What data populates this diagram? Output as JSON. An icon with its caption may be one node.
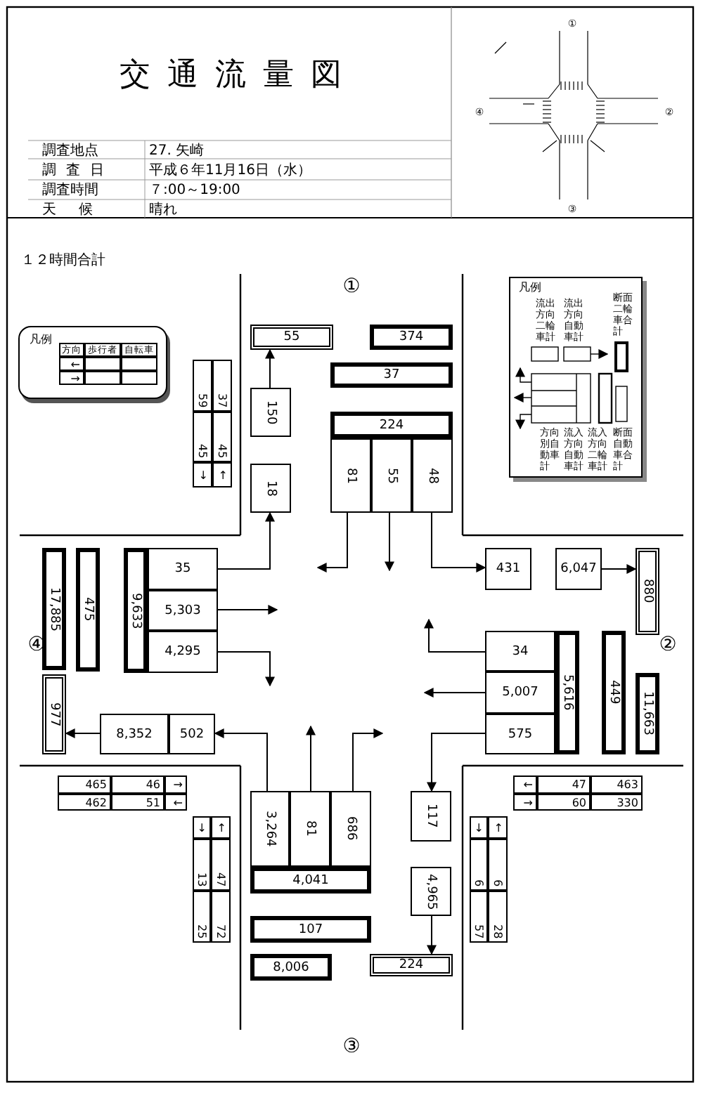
{
  "diagram": {
    "title": "交通流量図",
    "nodes": [
      {
        "text": [
          "55"
        ]
      },
      {
        "text": [
          "374"
        ]
      },
      {
        "text": [
          "37"
        ]
      },
      {
        "text": [
          "224"
        ]
      },
      {
        "text": [
          "81"
        ]
      },
      {
        "text": [
          "55"
        ]
      },
      {
        "text": [
          "48"
        ]
      },
      {
        "text": [
          "150"
        ]
      },
      {
        "text": [
          "18"
        ]
      },
      {
        "text": [
          "17,885"
        ]
      },
      {
        "text": [
          "475"
        ]
      },
      {
        "text": [
          "9,633"
        ]
      },
      {
        "text": [
          "35"
        ]
      },
      {
        "text": [
          "5,303"
        ]
      },
      {
        "text": [
          "4,295"
        ]
      },
      {
        "text": [
          "977"
        ]
      },
      {
        "text": [
          "8,352"
        ]
      },
      {
        "text": [
          "502"
        ]
      },
      {
        "text": [
          "431"
        ]
      },
      {
        "text": [
          "6,047"
        ]
      },
      {
        "text": [
          "880"
        ]
      },
      {
        "text": [
          "34"
        ]
      },
      {
        "text": [
          "5,007"
        ]
      },
      {
        "text": [
          "575"
        ]
      },
      {
        "text": [
          "5,616"
        ]
      },
      {
        "text": [
          "449"
        ]
      },
      {
        "text": [
          "11,663"
        ]
      },
      {
        "text": [
          "3,264"
        ]
      },
      {
        "text": [
          "81"
        ]
      },
      {
        "text": [
          "686"
        ]
      },
      {
        "text": [
          "4,041"
        ]
      },
      {
        "text": [
          "107"
        ]
      },
      {
        "text": [
          "8,006"
        ]
      },
      {
        "text": [
          "117"
        ]
      },
      {
        "text": [
          "4,965"
        ]
      },
      {
        "text": [
          "224"
        ]
      }
    ],
    "edges": [
      {
        "from": 7,
        "to": 0,
        "arrow": "to"
      },
      {
        "from": 12,
        "to": 8,
        "arrow": "to"
      },
      {
        "from": 4,
        "to": null,
        "arrow": "to"
      },
      {
        "from": 5,
        "to": null,
        "arrow": "to"
      },
      {
        "from": 6,
        "to": 18,
        "arrow": "to"
      },
      {
        "from": 19,
        "to": 20,
        "arrow": "to"
      },
      {
        "from": 13,
        "to": null,
        "arrow": "to"
      },
      {
        "from": 14,
        "to": null,
        "arrow": "to"
      },
      {
        "from": 16,
        "to": 15,
        "arrow": "to"
      },
      {
        "from": 27,
        "to": 17,
        "arrow": "to"
      },
      {
        "from": 28,
        "to": null,
        "arrow": "to"
      },
      {
        "from": 29,
        "to": null,
        "arrow": "to"
      },
      {
        "from": 21,
        "to": null,
        "arrow": "to"
      },
      {
        "from": 22,
        "to": null,
        "arrow": "to"
      },
      {
        "from": 23,
        "to": 33,
        "arrow": "to"
      },
      {
        "from": 34,
        "to": 35,
        "arrow": "to"
      }
    ],
    "labels": [
      "調査地点",
      "27. 矢崎",
      "調査日",
      "平成６年11月16日（水）",
      "調査時間",
      "７:00～19:00",
      "天候",
      "晴れ",
      "①",
      "④",
      "②",
      "③",
      "１２時間合計",
      "①",
      "凡例",
      "方向",
      "歩行者",
      "自転車",
      "←",
      "→",
      "59",
      "37",
      "45",
      "45",
      "↓",
      "↑",
      "465",
      "46",
      "→",
      "462",
      "51",
      "←",
      "↓",
      "↑",
      "13",
      "47",
      "25",
      "72",
      "←",
      "47",
      "463",
      "→",
      "60",
      "330",
      "↓",
      "↑",
      "6",
      "6",
      "57",
      "28",
      "④",
      "②",
      "③",
      "凡例"
    ],
    "legend": [
      {
        "text": "流出方向二輪車計"
      },
      {
        "text": "流出方向自動車計"
      },
      {
        "text": "断面二輪車合計"
      },
      {
        "text": "方向別自動車計"
      },
      {
        "text": "流入方向自動車計"
      },
      {
        "text": "流入方向二輪車計"
      },
      {
        "text": "断面自動車合計"
      }
    ]
  }
}
